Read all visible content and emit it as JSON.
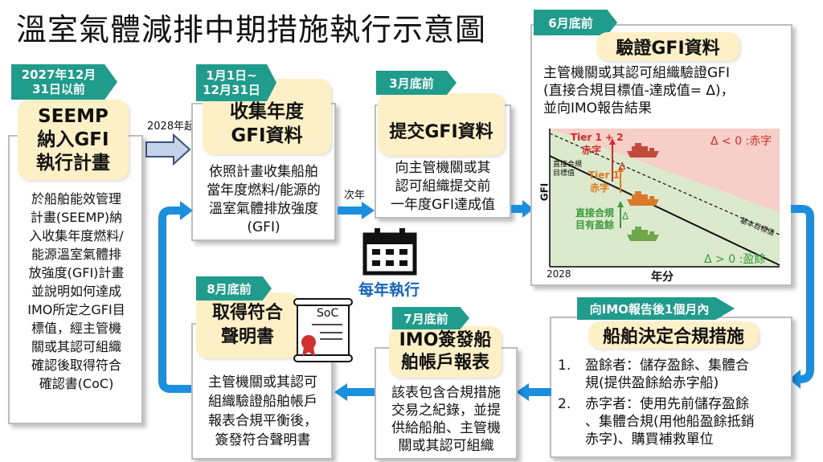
{
  "title": "溫室氣體減排中期措施執行示意圖",
  "labels": {
    "year_start": "2028年起",
    "next_year": "次年",
    "annual": "每年執行"
  },
  "step1": {
    "tag_line1": "2027年12月",
    "tag_line2": "31日以前",
    "header_line1": "SEEMP",
    "header_line2": "納入GFI",
    "header_line3": "執行計畫",
    "body": [
      "於船舶能效管理",
      "計畫(SEEMP)納",
      "入收集年度燃料/",
      "能源溫室氣體排",
      "放強度(GFI)計畫",
      "並說明如何達成",
      "IMO所定之GFI目",
      "標值，經主管機",
      "關或其認可組織",
      "確認後取得符合",
      "確認書(CoC)"
    ]
  },
  "step2": {
    "tag_line1": "1月1日~",
    "tag_line2": "12月31日",
    "header_line1": "收集年度",
    "header_line2": "GFI資料",
    "body": [
      "依照計畫收集船舶",
      "當年度燃料/能源的",
      "溫室氣體排放強度",
      "(GFI)"
    ]
  },
  "step3": {
    "tag": "3月底前",
    "header": "提交GFI資料",
    "body": [
      "向主管機關或其",
      "認可組織提交前",
      "一年度GFI達成值"
    ]
  },
  "step4": {
    "tag": "6月底前",
    "header": "驗證GFI資料",
    "body": [
      "主管機關或其認可組織驗證GFI",
      "(直接合規目標值-達成值= Δ)，",
      "並向IMO報告結果"
    ]
  },
  "step5": {
    "tag": "向IMO報告後1個月內",
    "header": "船舶決定合規措施",
    "items": [
      {
        "num": "1.",
        "lines": [
          "盈餘者：儲存盈餘、集體合",
          "規(提供盈餘給赤字船)"
        ]
      },
      {
        "num": "2.",
        "lines": [
          "赤字者：使用先前儲存盈餘",
          "、集體合規(用他船盈餘抵銷",
          "赤字)、購買補救單位"
        ]
      }
    ]
  },
  "step6": {
    "tag": "7月底前",
    "header_line1": "IMO簽發船",
    "header_line2": "舶帳戶報表",
    "body": [
      "該表包含合規措施",
      "交易之紀錄，並提",
      "供給船舶、主管機",
      "關或其認可組織"
    ]
  },
  "step7": {
    "tag": "8月底前",
    "header_line1": "取得符合",
    "header_line2": "聲明書",
    "soc": "SoC",
    "body": [
      "主管機關或其認可",
      "組織驗證船舶帳戶",
      "報表合規平衡後，",
      "簽發符合聲明書"
    ]
  },
  "chart": {
    "y_label": "GFI",
    "x_label": "年分",
    "x_start": "2028",
    "tier12": "Tier 1 + 2",
    "tier12_sub": "赤字",
    "tier1": "Tier 1",
    "tier1_sub": "赤字",
    "direct_target_1": "直接合規",
    "direct_target_2": "目標值",
    "base_target": "基本目標值",
    "surplus_1": "直接合規",
    "surplus_2": "目有盈餘",
    "deficit_note": "Δ < 0 :赤字",
    "surplus_note": "Δ > 0 :盈餘",
    "delta": "Δ"
  },
  "colors": {
    "teal": "#1f9c8b",
    "cream": "#fdf0c6",
    "blue_arrow": "#1a8fe0",
    "red": "#d62a2a",
    "orange": "#e2781e",
    "green": "#3d9b3d"
  },
  "icons": {
    "calendar": "calendar-icon",
    "certificate": "certificate-icon",
    "ship": "ship-icon"
  }
}
